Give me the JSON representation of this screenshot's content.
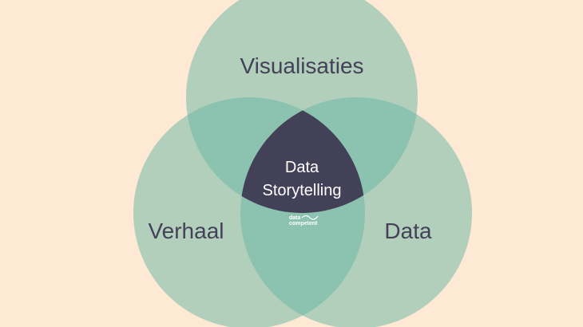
{
  "colors": {
    "background": "#fde9d4",
    "circle_fill": "#b2cfbb",
    "overlap_fill": "#8cc2b0",
    "center_fill": "#434158",
    "label_text": "#434158",
    "center_text": "#ffffff",
    "logo_text": "#ffffff"
  },
  "circles": {
    "top": {
      "label": "Visualisaties"
    },
    "left": {
      "label": "Verhaal"
    },
    "right": {
      "label": "Data"
    }
  },
  "center": {
    "line1": "Data",
    "line2": "Storytelling"
  },
  "logo": {
    "line1": "data",
    "line2": "competent",
    "icon": "wave-icon"
  }
}
